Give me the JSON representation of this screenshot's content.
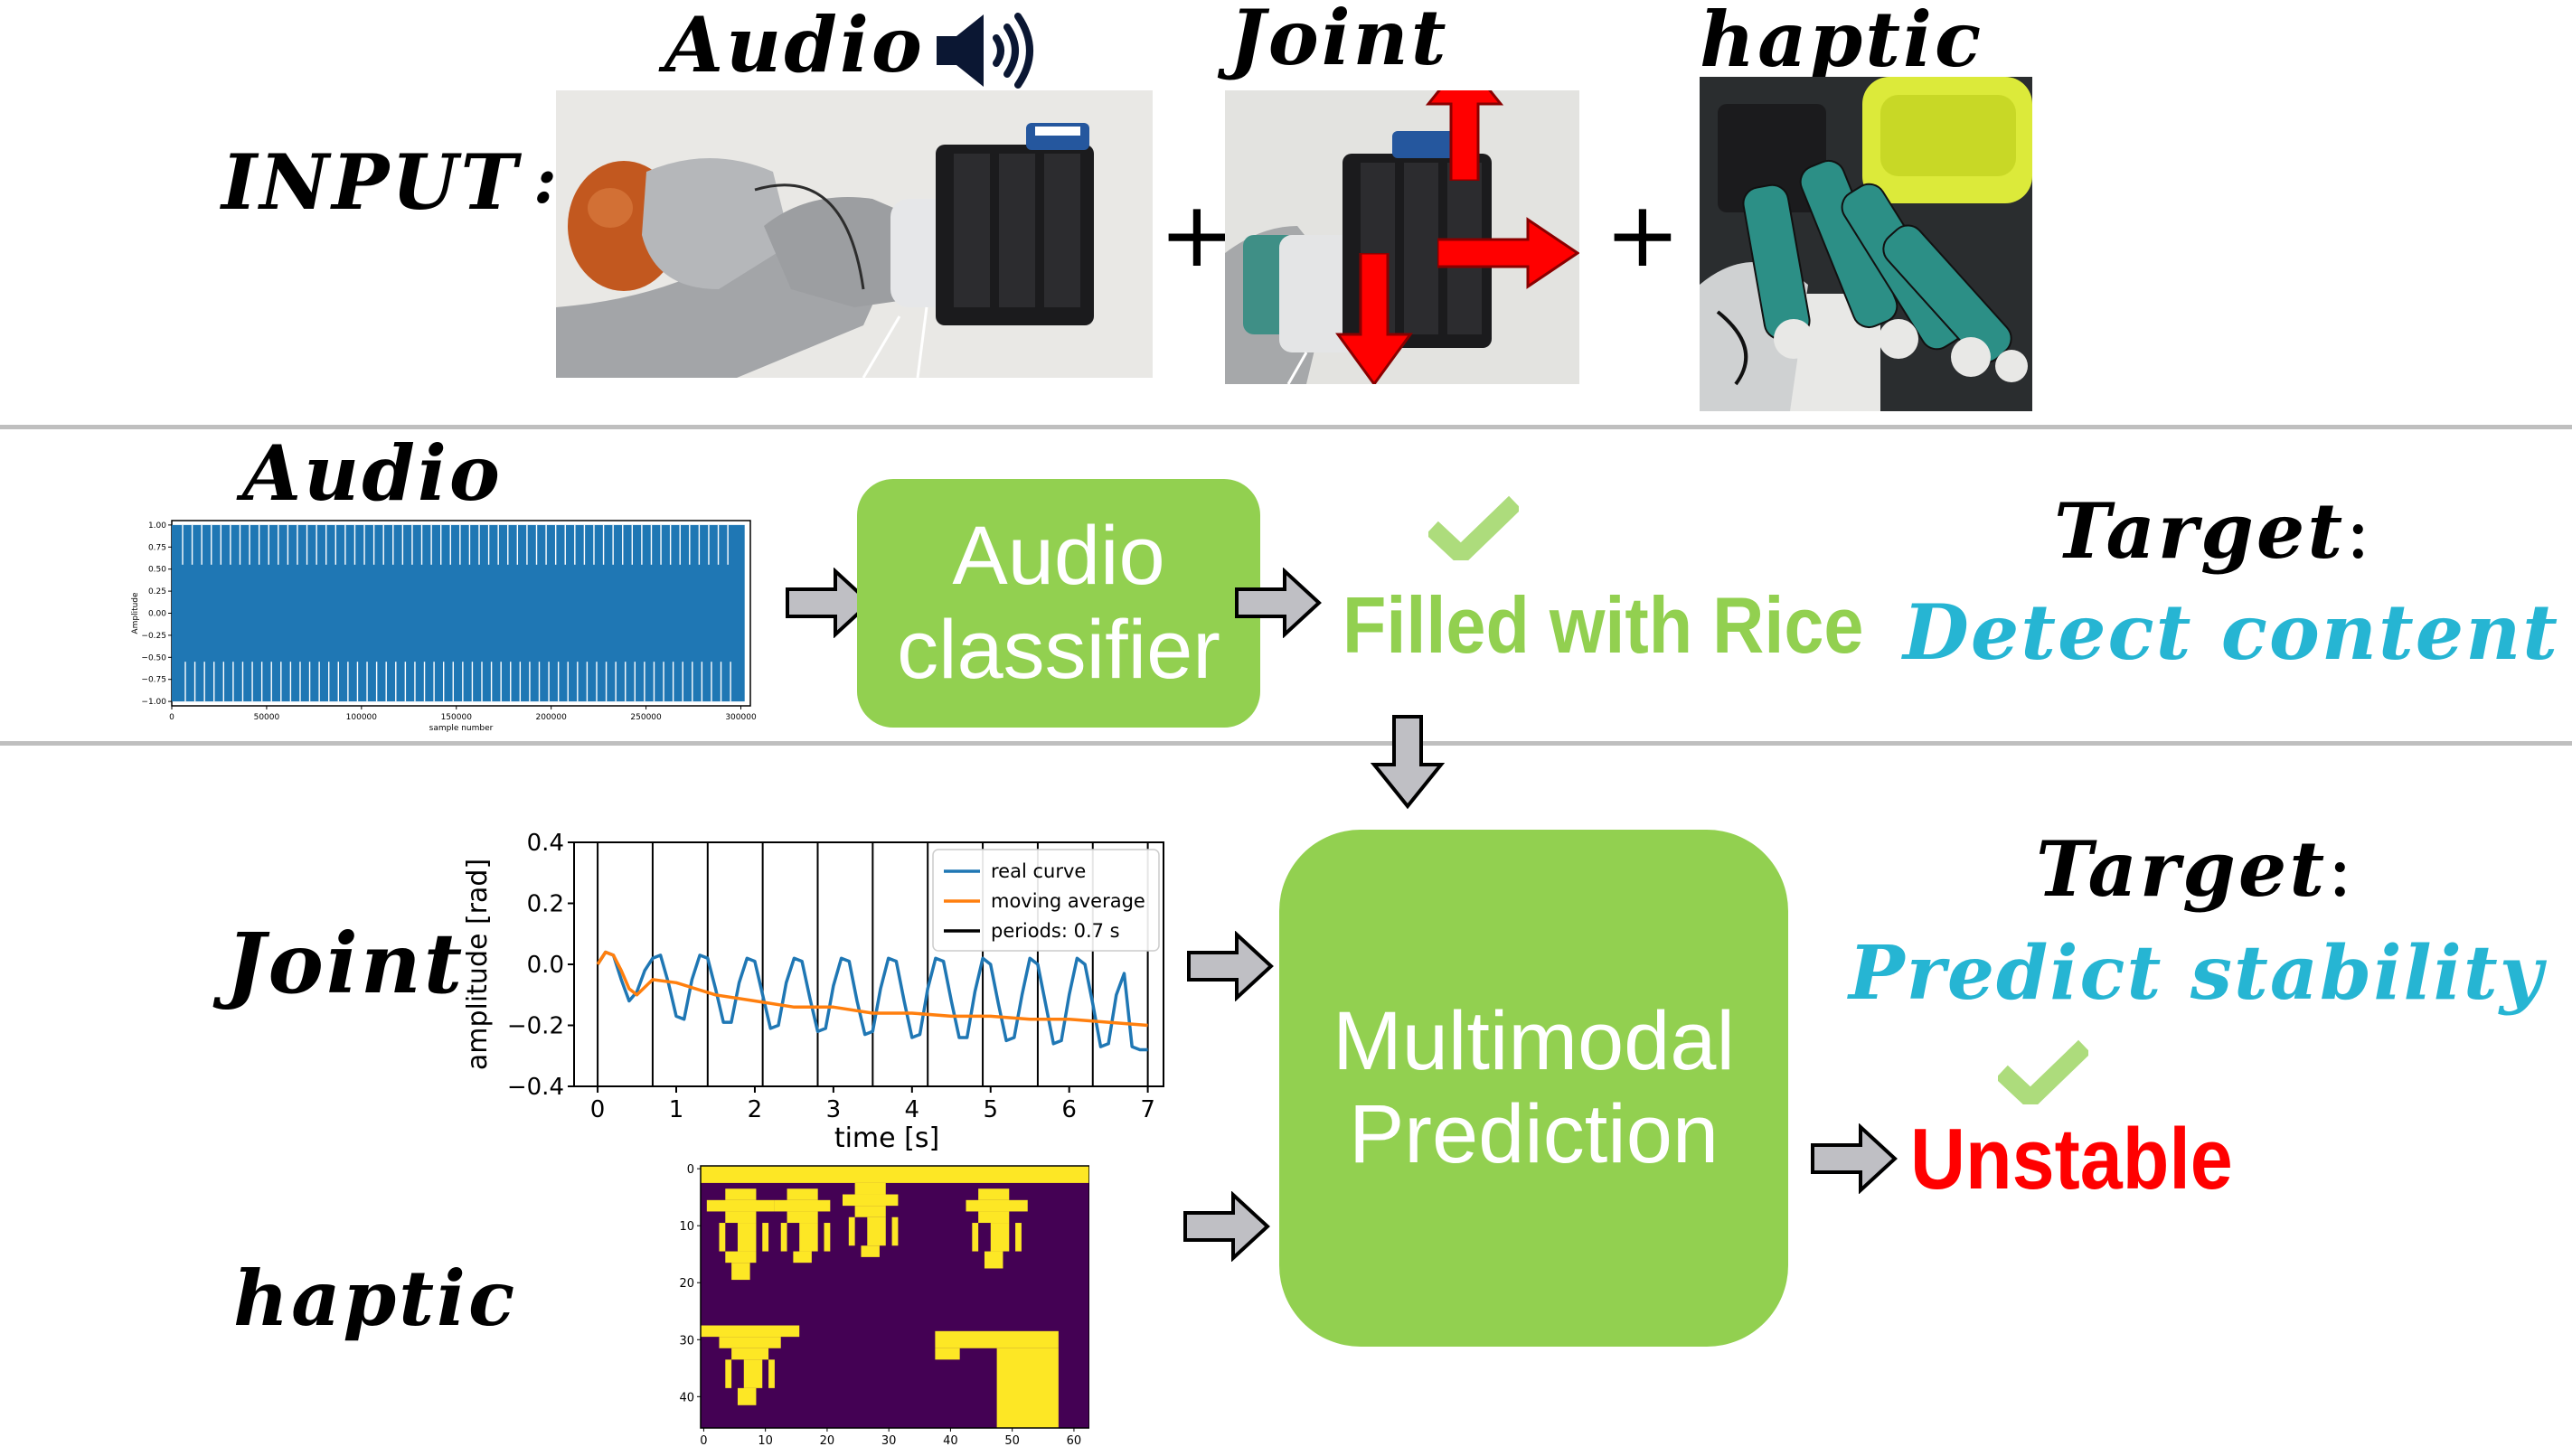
{
  "input": {
    "label": "INPUT",
    "colon": ":",
    "modalities": [
      "Audio",
      "Joint",
      "haptic"
    ],
    "plus": "+"
  },
  "audio_section": {
    "label": "Audio",
    "classifier": [
      "Audio",
      "classifier"
    ],
    "result": "Filled with Rice",
    "target_label": "Target",
    "target_colon": ":",
    "target_value": "Detect content"
  },
  "bottom_section": {
    "joint_label": "Joint",
    "haptic_label": "haptic",
    "prediction": [
      "Multimodal",
      "Prediction"
    ],
    "target_label": "Target",
    "target_colon": ":",
    "target_value": "Predict stability",
    "result": "Unstable"
  },
  "colors": {
    "green_box": "#92d050",
    "result_green": "#92d050",
    "target_cyan": "#26b5d3",
    "unstable_red": "#ff0000",
    "arrow_gray": "#bfbfc4",
    "red_arrow": "#ff0000"
  },
  "chart_data": [
    {
      "type": "line",
      "title": "",
      "ylabel": "Amplitude",
      "xlabel": "sample number",
      "xlim": [
        0,
        305000
      ],
      "ylim": [
        -1.05,
        1.05
      ],
      "x_ticks": [
        "0",
        "50000",
        "100000",
        "150000",
        "200000",
        "250000",
        "300000"
      ],
      "y_ticks": [
        "1.00",
        "0.75",
        "0.50",
        "0.25",
        "0.00",
        "−0.25",
        "−0.50",
        "−0.75",
        "−1.00"
      ],
      "series": [
        {
          "color": "#1f77b4",
          "description_values": "dense oscillation between -1.0 and 1.0 across 0-305000 samples"
        }
      ]
    },
    {
      "type": "line",
      "xlabel": "time [s]",
      "ylabel": "amplitude [rad]",
      "xlim": [
        -0.3,
        7.2
      ],
      "ylim": [
        -0.4,
        0.4
      ],
      "x_ticks": [
        "0",
        "1",
        "2",
        "3",
        "4",
        "5",
        "6",
        "7"
      ],
      "y_ticks": [
        "0.4",
        "0.2",
        "0.0",
        "−0.2",
        "−0.4"
      ],
      "legend": [
        "real curve",
        "moving average",
        "periods: 0.7 s"
      ],
      "legend_position": "top-right",
      "period_lines_x": [
        0,
        0.7,
        1.4,
        2.1,
        2.8,
        3.5,
        4.2,
        4.9,
        5.6,
        6.3,
        7.0
      ],
      "series": [
        {
          "name": "real curve",
          "color": "#1f77b4",
          "x": [
            0.0,
            0.1,
            0.2,
            0.3,
            0.4,
            0.5,
            0.6,
            0.7,
            0.8,
            0.9,
            1.0,
            1.1,
            1.2,
            1.3,
            1.4,
            1.5,
            1.6,
            1.7,
            1.8,
            1.9,
            2.0,
            2.1,
            2.2,
            2.3,
            2.4,
            2.5,
            2.6,
            2.7,
            2.8,
            2.9,
            3.0,
            3.1,
            3.2,
            3.3,
            3.4,
            3.5,
            3.6,
            3.7,
            3.8,
            3.9,
            4.0,
            4.1,
            4.2,
            4.3,
            4.4,
            4.5,
            4.6,
            4.7,
            4.8,
            4.9,
            5.0,
            5.1,
            5.2,
            5.3,
            5.4,
            5.5,
            5.6,
            5.7,
            5.8,
            5.9,
            6.0,
            6.1,
            6.2,
            6.3,
            6.4,
            6.5,
            6.6,
            6.7,
            6.8,
            6.9,
            7.0
          ],
          "y": [
            0.0,
            0.04,
            0.03,
            -0.05,
            -0.12,
            -0.09,
            -0.02,
            0.02,
            0.03,
            -0.06,
            -0.17,
            -0.18,
            -0.05,
            0.03,
            0.02,
            -0.08,
            -0.19,
            -0.19,
            -0.06,
            0.02,
            0.01,
            -0.1,
            -0.21,
            -0.2,
            -0.06,
            0.02,
            0.01,
            -0.11,
            -0.22,
            -0.21,
            -0.07,
            0.02,
            0.01,
            -0.12,
            -0.23,
            -0.22,
            -0.08,
            0.02,
            0.01,
            -0.12,
            -0.24,
            -0.23,
            -0.08,
            0.02,
            0.01,
            -0.12,
            -0.24,
            -0.24,
            -0.09,
            0.02,
            0.0,
            -0.13,
            -0.25,
            -0.24,
            -0.1,
            0.02,
            0.0,
            -0.13,
            -0.26,
            -0.25,
            -0.1,
            0.02,
            0.0,
            -0.13,
            -0.27,
            -0.26,
            -0.1,
            -0.03,
            -0.27,
            -0.28,
            -0.28
          ]
        },
        {
          "name": "moving average",
          "color": "#ff7f0e",
          "x": [
            0.0,
            0.1,
            0.2,
            0.3,
            0.4,
            0.5,
            0.7,
            1.0,
            1.5,
            2.0,
            2.5,
            3.0,
            3.5,
            4.0,
            4.5,
            5.0,
            5.5,
            6.0,
            6.5,
            7.0
          ],
          "y": [
            0.0,
            0.04,
            0.03,
            -0.02,
            -0.08,
            -0.1,
            -0.05,
            -0.06,
            -0.1,
            -0.12,
            -0.14,
            -0.14,
            -0.16,
            -0.16,
            -0.17,
            -0.17,
            -0.18,
            -0.18,
            -0.19,
            -0.2
          ]
        }
      ]
    },
    {
      "type": "heatmap",
      "title": "",
      "x_ticks": [
        "0",
        "10",
        "20",
        "30",
        "40",
        "50",
        "60"
      ],
      "y_ticks": [
        "0",
        "10",
        "20",
        "30",
        "40"
      ],
      "shape": [
        46,
        63
      ],
      "colors": {
        "off": "#440154",
        "on": "#fde725"
      }
    }
  ]
}
